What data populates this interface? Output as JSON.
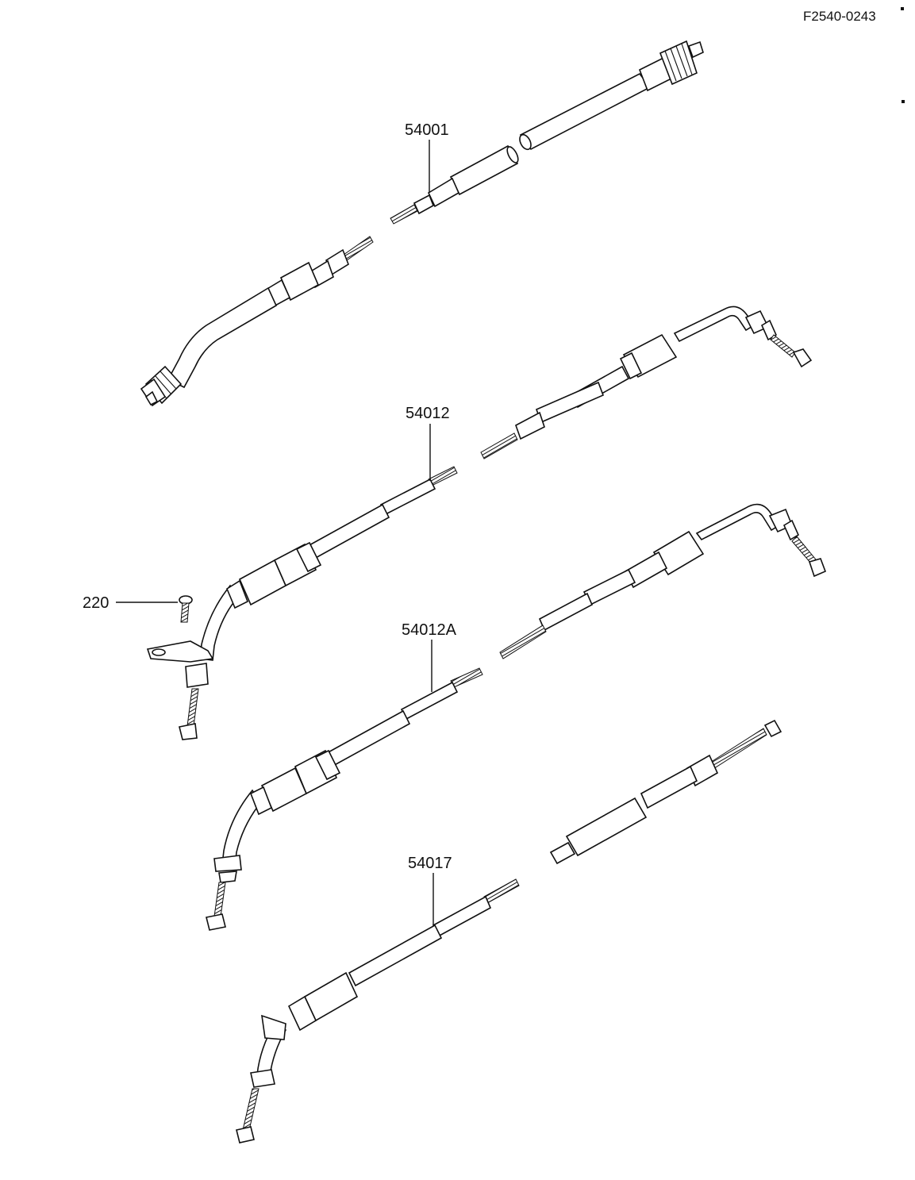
{
  "diagram_code": "F2540-0243",
  "callouts": [
    {
      "id": "c1",
      "text": "54001"
    },
    {
      "id": "c2",
      "text": "54012"
    },
    {
      "id": "c3",
      "text": "220"
    },
    {
      "id": "c4",
      "text": "54012A"
    },
    {
      "id": "c5",
      "text": "54017"
    }
  ]
}
